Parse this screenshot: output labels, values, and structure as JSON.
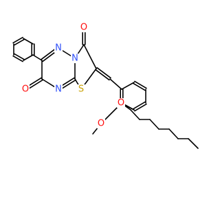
{
  "molecule": {
    "atom_labels": {
      "n_top": "N",
      "n_bridge": "N",
      "n_lower": "N",
      "o_carbonyl_right": "O",
      "o_carbonyl_left": "O",
      "s_ring": "S",
      "o_methoxy": "O",
      "o_ether": "O"
    },
    "colors": {
      "bond": "#000000",
      "nitrogen": "#3050F8",
      "oxygen": "#FF0D0D",
      "sulfur": "#C8A000"
    }
  }
}
